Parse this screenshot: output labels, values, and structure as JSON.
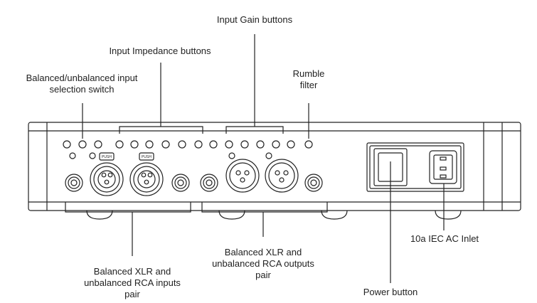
{
  "labels": {
    "input_gain": "Input Gain buttons",
    "input_impedance": "Input Impedance buttons",
    "balanced_switch": "Balanced/unbalanced input\nselection switch",
    "rumble_filter": "Rumble\nfilter",
    "inputs_pair": "Balanced XLR and\nunbalanced RCA inputs\npair",
    "outputs_pair": "Balanced XLR and\nunbalanced RCA outputs\npair",
    "iec_inlet": "10a IEC AC Inlet",
    "power_button": "Power button"
  },
  "connector_text": {
    "push": "PUSH"
  }
}
